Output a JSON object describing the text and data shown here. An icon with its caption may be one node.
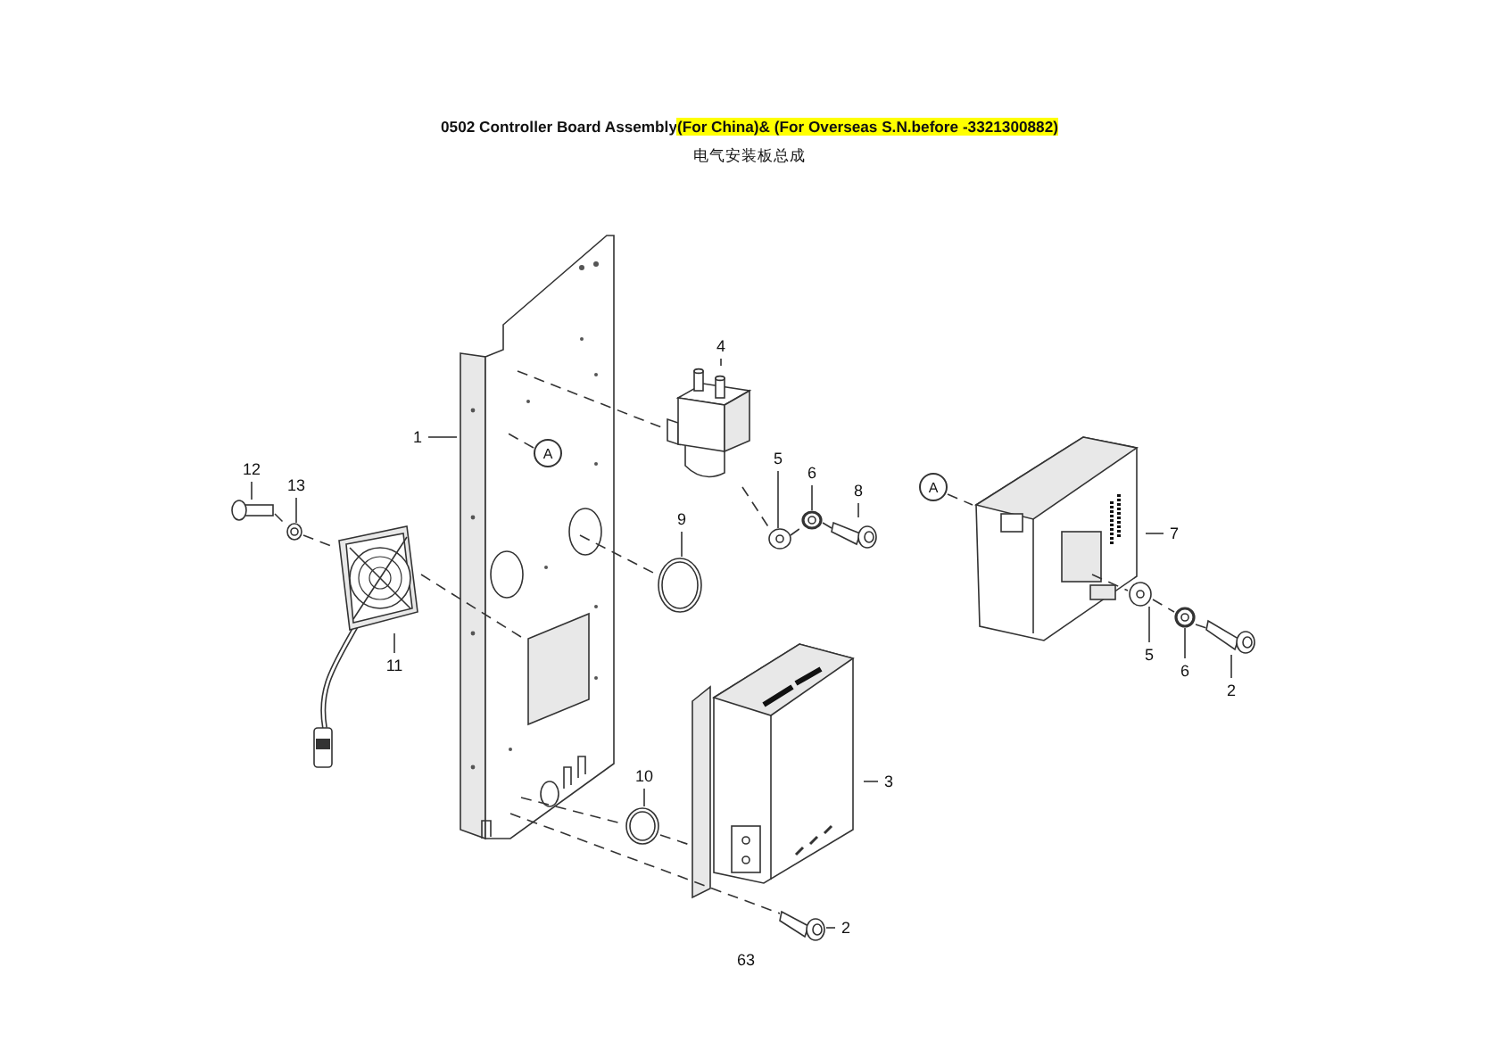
{
  "diagram": {
    "title": "0502 Controller Board Assembly",
    "nodes": [
      {
        "text": [
          "1"
        ]
      },
      {
        "text": [],
        "shape": "picture"
      },
      {
        "text": [
          "A"
        ],
        "in": 1
      },
      {
        "text": [
          "4"
        ]
      },
      {
        "text": [],
        "shape": "picture"
      },
      {
        "text": [
          "5"
        ]
      },
      {
        "text": [],
        "shape": "picture"
      },
      {
        "text": [
          "6"
        ]
      },
      {
        "text": [],
        "shape": "picture"
      },
      {
        "text": [
          "8"
        ]
      },
      {
        "text": [],
        "shape": "picture"
      },
      {
        "text": [
          "12"
        ]
      },
      {
        "text": [],
        "shape": "picture"
      },
      {
        "text": [
          "13"
        ]
      },
      {
        "text": [],
        "shape": "picture"
      },
      {
        "text": [],
        "shape": "picture"
      },
      {
        "text": [
          "11"
        ]
      },
      {
        "text": [
          "9"
        ]
      },
      {
        "text": [],
        "shape": "picture"
      },
      {
        "text": [
          "10"
        ]
      },
      {
        "text": [],
        "shape": "picture"
      },
      {
        "text": [
          "3"
        ]
      },
      {
        "text": [],
        "shape": "picture"
      },
      {
        "text": [
          "2"
        ]
      },
      {
        "text": [],
        "shape": "picture"
      },
      {
        "text": [
          "A"
        ]
      },
      {
        "text": [
          "7"
        ]
      },
      {
        "text": [],
        "shape": "picture"
      },
      {
        "text": [
          "5"
        ]
      },
      {
        "text": [],
        "shape": "picture"
      },
      {
        "text": [
          "6"
        ]
      },
      {
        "text": [],
        "shape": "picture"
      },
      {
        "text": [
          "2"
        ]
      },
      {
        "text": [],
        "shape": "picture"
      }
    ],
    "edges": [
      {
        "from": 0,
        "to": 1,
        "arrow": "none"
      },
      {
        "from": 3,
        "to": 4,
        "arrow": "none"
      },
      {
        "from": 5,
        "to": 6,
        "arrow": "none"
      },
      {
        "from": 7,
        "to": 8,
        "arrow": "none"
      },
      {
        "from": 9,
        "to": 10,
        "arrow": "none"
      },
      {
        "from": 11,
        "to": 12,
        "arrow": "none"
      },
      {
        "from": 13,
        "to": 14,
        "arrow": "none"
      },
      {
        "from": 16,
        "to": 15,
        "arrow": "none"
      },
      {
        "from": 17,
        "to": 18,
        "arrow": "none"
      },
      {
        "from": 19,
        "to": 20,
        "arrow": "none"
      },
      {
        "from": 21,
        "to": 22,
        "arrow": "none"
      },
      {
        "from": 23,
        "to": 24,
        "arrow": "none"
      },
      {
        "from": 26,
        "to": 27,
        "arrow": "none"
      },
      {
        "from": 28,
        "to": 29,
        "arrow": "none"
      },
      {
        "from": 30,
        "to": 31,
        "arrow": "none"
      },
      {
        "from": 32,
        "to": 33,
        "arrow": "none"
      },
      {
        "from": 2,
        "to": 1,
        "arrow": "none",
        "style": "dashed"
      },
      {
        "from": 1,
        "to": 4,
        "arrow": "none",
        "style": "dashed"
      },
      {
        "from": 4,
        "to": 6,
        "arrow": "none",
        "style": "dashed"
      },
      {
        "from": 6,
        "to": 8,
        "arrow": "none",
        "style": "dashed"
      },
      {
        "from": 8,
        "to": 10,
        "arrow": "none",
        "style": "dashed"
      },
      {
        "from": 12,
        "to": 14,
        "arrow": "none",
        "style": "dashed"
      },
      {
        "from": 14,
        "to": 15,
        "arrow": "none",
        "style": "dashed"
      },
      {
        "from": 15,
        "to": 1,
        "arrow": "none",
        "style": "dashed"
      },
      {
        "from": 1,
        "to": 18,
        "arrow": "none",
        "style": "dashed"
      },
      {
        "from": 1,
        "to": 20,
        "arrow": "none",
        "style": "dashed"
      },
      {
        "from": 20,
        "to": 22,
        "arrow": "none",
        "style": "dashed"
      },
      {
        "from": 1,
        "to": 24,
        "arrow": "none",
        "style": "dashed"
      },
      {
        "from": 25,
        "to": 27,
        "arrow": "none",
        "style": "dashed"
      },
      {
        "from": 27,
        "to": 29,
        "arrow": "none",
        "style": "dashed"
      },
      {
        "from": 29,
        "to": 31,
        "arrow": "none",
        "style": "dashed"
      },
      {
        "from": 31,
        "to": 33,
        "arrow": "none",
        "style": "dashed"
      }
    ],
    "labels": [
      "(For China)& (For Overseas S.N.before -3321300882)",
      "电气安装板总成",
      "63"
    ]
  }
}
